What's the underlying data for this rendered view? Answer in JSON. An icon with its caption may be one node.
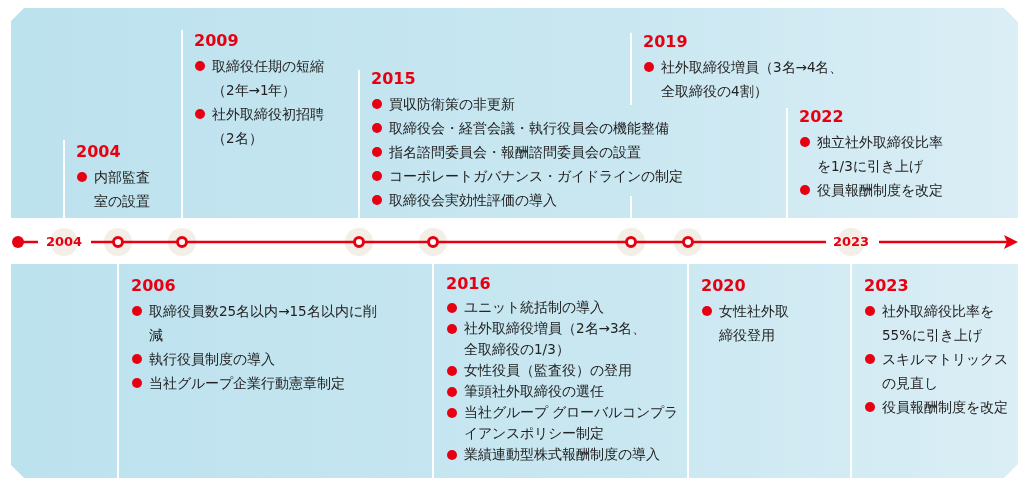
{
  "diagram": {
    "nodes": [
      {
        "text": [
          "2004",
          "内部監査室の設置"
        ]
      },
      {
        "text": [
          "2009",
          "取締役任期の短縮（2年→1年）",
          "社外取締役初招聘（2名）"
        ]
      },
      {
        "text": [
          "2015",
          "買収防衛策の非更新",
          "取締役会・経営会議・執行役員会の機能整備",
          "指名諮問委員会・報酬諮問委員会の設置",
          "コーポレートガバナンス・ガイドラインの制定",
          "取締役会実効性評価の導入"
        ]
      },
      {
        "text": [
          "2019",
          "社外取締役増員（3名→4名、全取締役の4割）"
        ]
      },
      {
        "text": [
          "2022",
          "独立社外取締役比率を1/3に引き上げ",
          "役員報酬制度を改定"
        ]
      },
      {
        "text": [
          "2006",
          "取締役員数25名以内→15名以内に削減",
          "執行役員制度の導入",
          "当社グループ企業行動憲章制定"
        ]
      },
      {
        "text": [
          "2016",
          "ユニット統括制の導入",
          "社外取締役増員（2名→3名、全取締役の1/3）",
          "女性役員（監査役）の登用",
          "筆頭社外取締役の選任",
          "当社グループ グローバルコンプライアンスポリシー制定",
          "業績連動型株式報酬制度の導入"
        ]
      },
      {
        "text": [
          "2020",
          "女性社外取締役登用"
        ]
      },
      {
        "text": [
          "2023",
          "社外取締役比率を55%に引き上げ",
          "スキルマトリックスの見直し",
          "役員報酬制度を改定"
        ]
      }
    ],
    "labels": [
      "2004",
      "2023"
    ]
  }
}
